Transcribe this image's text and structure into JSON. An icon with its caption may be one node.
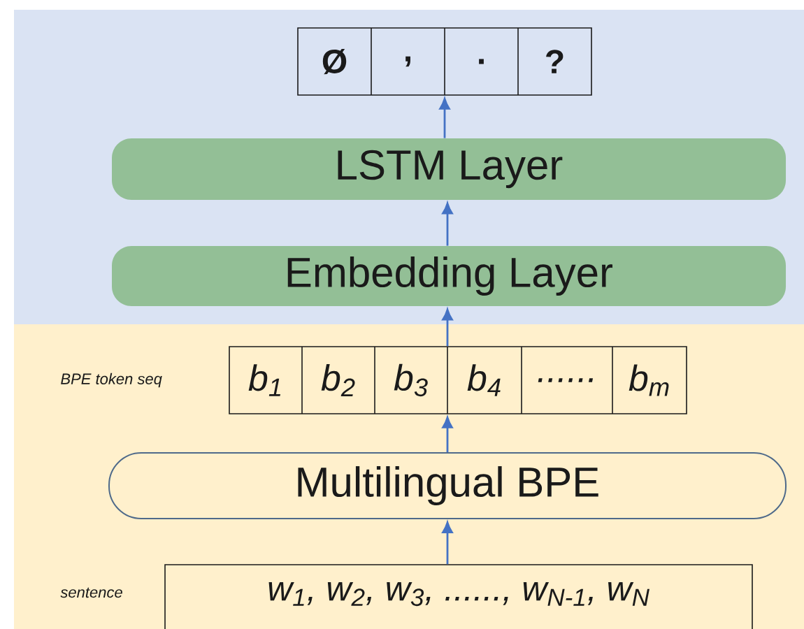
{
  "diagram": {
    "nodes": [
      {
        "text": [
          "Ø",
          ",",
          ".",
          "?"
        ]
      },
      {
        "text": [
          "LSTM Layer"
        ]
      },
      {
        "text": [
          "Embedding Layer"
        ]
      },
      {
        "text": [
          "b$_{1}$",
          "b$_{2}$",
          "b$_{3}$",
          "b$_{4}$",
          "......",
          "b$_{m}$"
        ]
      },
      {
        "text": [
          "Multilingual BPE"
        ]
      },
      {
        "text": [
          "w$_{1}$, w$_{2}$, w$_{3}$, ......, w$_{N-1}$, w$_{N}$"
        ]
      }
    ],
    "labels": [
      "BPE token seq",
      "sentence"
    ],
    "edges": [
      {
        "from": 5,
        "to": 4,
        "arrow": "to"
      },
      {
        "from": 4,
        "to": 3,
        "arrow": "to"
      },
      {
        "from": 3,
        "to": 2,
        "arrow": "to"
      },
      {
        "from": 2,
        "to": 1,
        "arrow": "to"
      },
      {
        "from": 1,
        "to": 0,
        "arrow": "to"
      }
    ]
  }
}
